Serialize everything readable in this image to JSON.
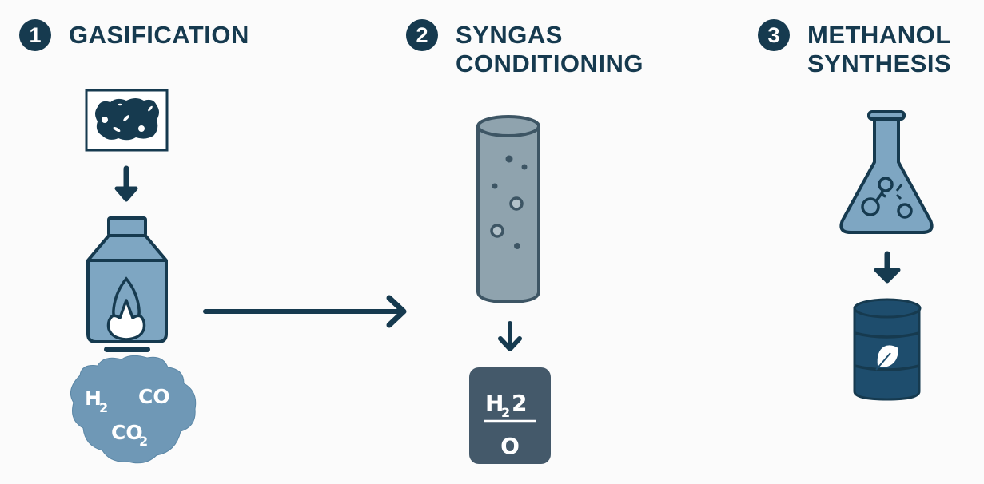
{
  "title": "Coal/biomass to methanol process",
  "steps": [
    {
      "number": "1",
      "title_lines": [
        "GASIFICATION"
      ],
      "icons": [
        "feedstock-icon",
        "arrow-down-icon",
        "gasifier-icon",
        "flame-icon",
        "gas-cloud-icon"
      ],
      "gas_products": {
        "h2": {
          "base": "H",
          "sub": "2"
        },
        "co": "CO",
        "co2": {
          "base": "CO",
          "sub": "2"
        }
      }
    },
    {
      "number": "2",
      "title_lines": [
        "SYNGAS",
        "CONDITIONING"
      ],
      "icons": [
        "column-reactor-icon",
        "arrow-down-icon",
        "ratio-box-icon"
      ],
      "ratio_box": {
        "numerator": {
          "base": "H",
          "sub": "2",
          "suffix": "2"
        },
        "denominator": "O"
      }
    },
    {
      "number": "3",
      "title_lines": [
        "METHANOL",
        "SYNTHESIS"
      ],
      "icons": [
        "flask-icon",
        "molecule-icon",
        "arrow-down-icon",
        "barrel-icon",
        "leaf-icon"
      ]
    }
  ],
  "connectors": [
    "arrow-right-icon"
  ],
  "colors": {
    "dark": "#163a4f",
    "accent_blue": "#7ea6c2",
    "cloud": "#6f98b6",
    "column": "#8fa3ae",
    "box": "#44596a",
    "barrel": "#1e4d6d",
    "background": "#fbfbfb"
  }
}
